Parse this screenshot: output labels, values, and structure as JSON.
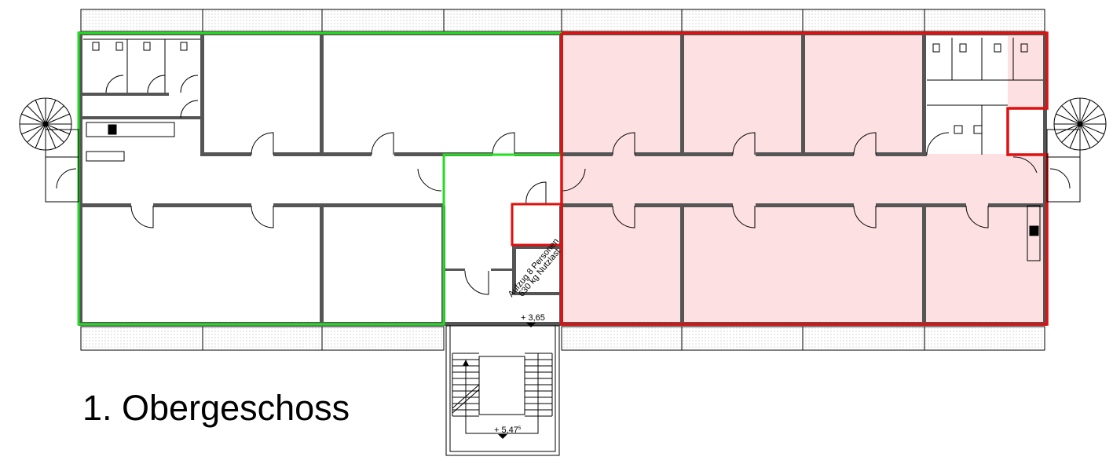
{
  "title": "1. Obergeschoss",
  "elevator": {
    "line1": "Aufzug 8 Personen",
    "line2": "630 kg Nutzlast"
  },
  "levels": {
    "floor": "+ 3,65",
    "landing": "+ 5,47",
    "landing_sup": "5"
  },
  "colors": {
    "green_zone": "#22dd22",
    "red_zone": "#e01010",
    "red_fill": "#fde0e2",
    "wall": "#555555"
  }
}
